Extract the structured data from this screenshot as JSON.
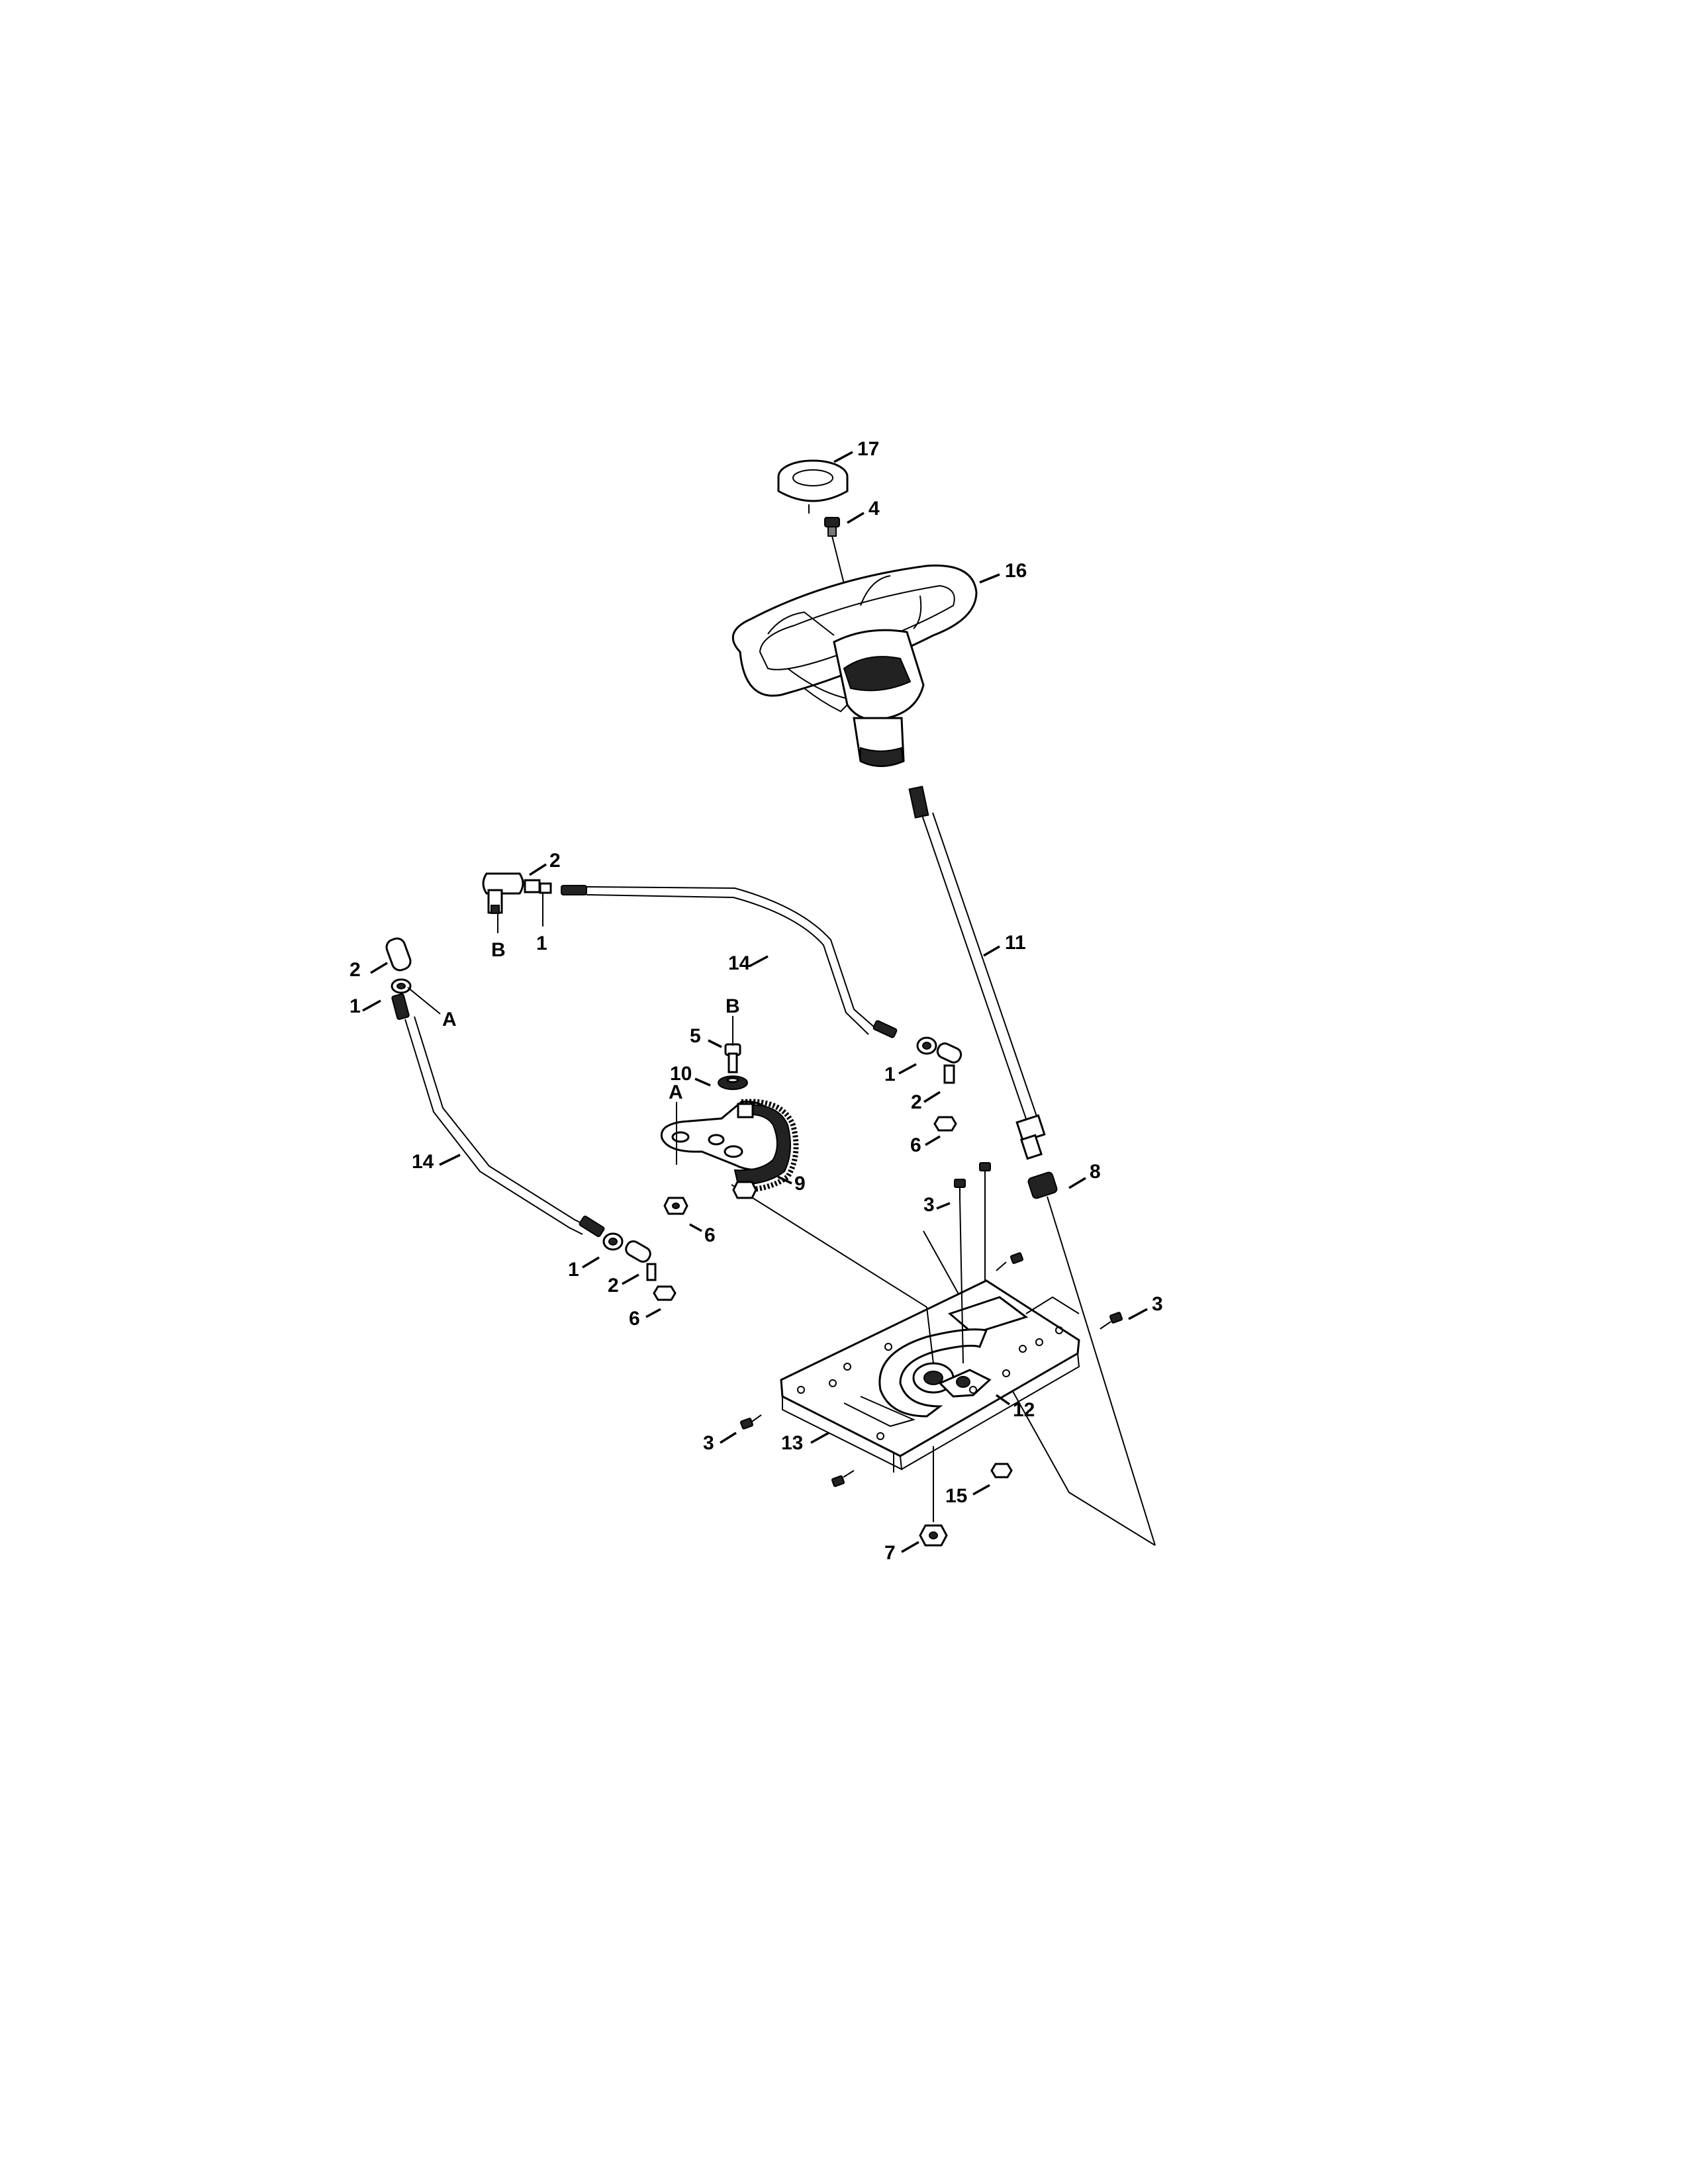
{
  "diagram": {
    "labels": {
      "l17": "17",
      "l4": "4",
      "l16": "16",
      "l11": "11",
      "l2_top": "2",
      "l1_top": "1",
      "lB_left": "B",
      "l14_top": "14",
      "l2_left": "2",
      "l1_left": "1",
      "lA_left": "A",
      "l14_left": "14",
      "l5": "5",
      "lB_sector": "B",
      "l10": "10",
      "lA_sector": "A",
      "l9": "9",
      "l6_sector": "6",
      "l1_right": "1",
      "l2_right": "2",
      "l6_right": "6",
      "l8": "8",
      "l3_upper": "3",
      "l3_right": "3",
      "l1_bottom": "1",
      "l2_bottom": "2",
      "l6_bottom": "6",
      "l12": "12",
      "l3_left": "3",
      "l13": "13",
      "l15": "15",
      "l7": "7"
    }
  }
}
